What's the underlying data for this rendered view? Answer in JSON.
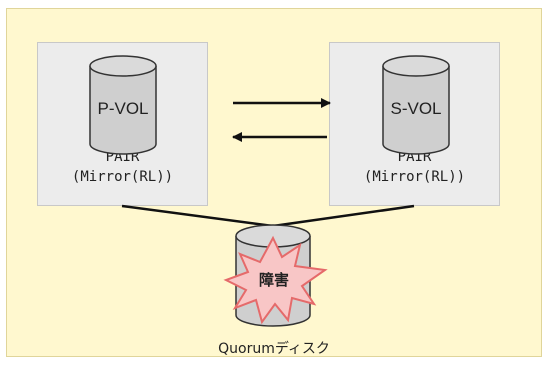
{
  "primary": {
    "volume_label": "P-VOL",
    "status": "PAIR",
    "mode": "(Mirror(RL))"
  },
  "secondary": {
    "volume_label": "S-VOL",
    "status": "PAIR",
    "mode": "(Mirror(RL))"
  },
  "quorum": {
    "damage_label": "障害",
    "caption": "Quorumディスク"
  },
  "colors": {
    "background": "#fff8cf",
    "site_box": "#ececec",
    "cylinder_fill": "#cfcfcf",
    "burst_fill": "#f8c6c6",
    "burst_stroke": "#e56a6a"
  }
}
